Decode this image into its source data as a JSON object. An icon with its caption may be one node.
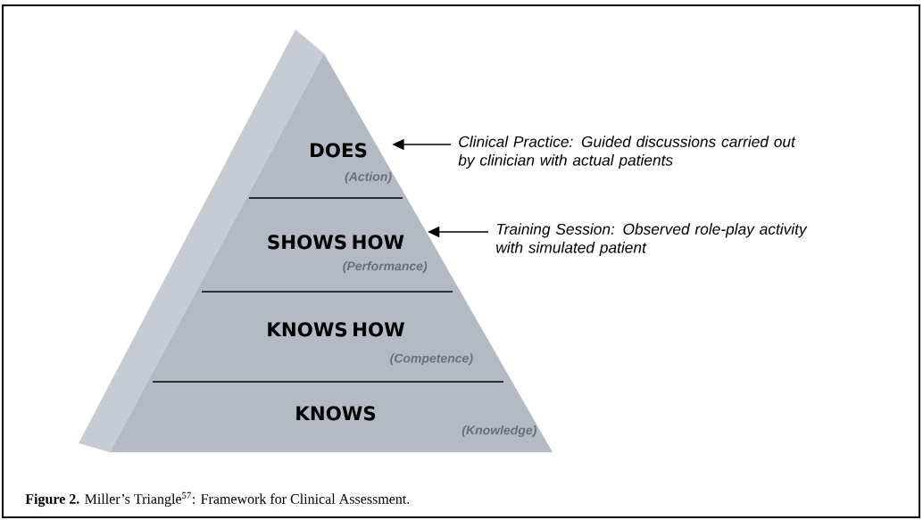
{
  "diagram": {
    "caption": "**Figure 2.** Miller’s Triangle$^{57}$: Framework for Clinical Assessment.",
    "nodes": [
      {
        "text": [
          "DOES",
          "(Action)"
        ]
      },
      {
        "text": [
          "SHOWS HOW",
          "(Performance)"
        ]
      },
      {
        "text": [
          "KNOWS HOW",
          "(Competence)"
        ]
      },
      {
        "text": [
          "KNOWS",
          "(Knowledge)"
        ]
      },
      {
        "text": [
          "Clinical Practice: Guided discussions carried out by clinician with actual patients"
        ]
      },
      {
        "text": [
          "Training Session: Observed role-play activity with simulated patient"
        ]
      }
    ],
    "edges": [
      {
        "from": 4,
        "to": 0,
        "arrow": "to"
      },
      {
        "from": 5,
        "to": 1,
        "arrow": "to"
      }
    ]
  }
}
